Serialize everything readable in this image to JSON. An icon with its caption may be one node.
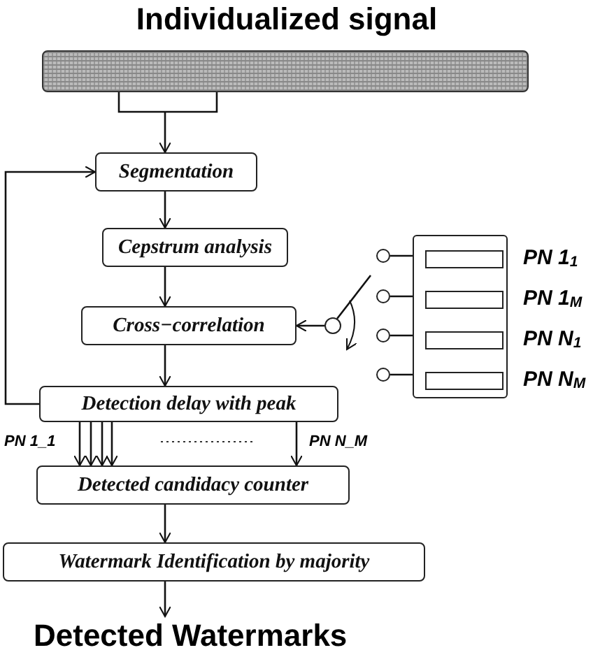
{
  "diagram": {
    "title": "Individualized signal",
    "nodes": [
      {
        "text": [],
        "shape": "bar"
      },
      {
        "text": [
          "Segmentation"
        ]
      },
      {
        "text": [
          "Cepstrum analysis"
        ]
      },
      {
        "text": [
          "Cross−correlation"
        ]
      },
      {
        "text": [
          "Detection delay with peak"
        ]
      },
      {
        "text": [
          "Detected candidacy counter"
        ]
      },
      {
        "text": [
          "Watermark Identification by majority"
        ]
      },
      {
        "text": [
          "Detected Watermarks"
        ]
      },
      {
        "text": [],
        "shape": "circle"
      },
      {
        "text": [],
        "shape": "box"
      },
      {
        "text": [],
        "shape": "box",
        "in": 9,
        "beside": [
          "PN 1$_{1}$"
        ]
      },
      {
        "text": [],
        "shape": "box",
        "in": 9,
        "beside": [
          "PN 1$_{M}$"
        ]
      },
      {
        "text": [],
        "shape": "box",
        "in": 9,
        "beside": [
          "PN N$_{1}$"
        ]
      },
      {
        "text": [],
        "shape": "box",
        "in": 9,
        "beside": [
          "PN N$_{M}$"
        ]
      },
      {
        "text": [],
        "shape": "circle"
      },
      {
        "text": [],
        "shape": "circle"
      },
      {
        "text": [],
        "shape": "circle"
      },
      {
        "text": [],
        "shape": "circle"
      }
    ],
    "edges": [
      {
        "from": 0,
        "to": 1,
        "arrow": "to"
      },
      {
        "from": 1,
        "to": 2,
        "arrow": "to"
      },
      {
        "from": 2,
        "to": 3,
        "arrow": "to"
      },
      {
        "from": 3,
        "to": 4,
        "arrow": "to"
      },
      {
        "from": 4,
        "to": 5,
        "arrow": "to",
        "label": "PN 1_1"
      },
      {
        "from": 4,
        "to": 5,
        "arrow": "to"
      },
      {
        "from": 4,
        "to": 5,
        "arrow": "to"
      },
      {
        "from": 4,
        "to": 5,
        "arrow": "to"
      },
      {
        "from": 4,
        "to": 5,
        "arrow": "to",
        "label": "PN N_M"
      },
      {
        "from": 5,
        "to": 6,
        "arrow": "to"
      },
      {
        "from": 6,
        "to": 7,
        "arrow": "to"
      },
      {
        "from": 4,
        "to": 1,
        "arrow": "to"
      },
      {
        "from": 8,
        "to": 3,
        "arrow": "to"
      },
      {
        "from": 14,
        "to": 10,
        "arrow": "none"
      },
      {
        "from": 15,
        "to": 11,
        "arrow": "none"
      },
      {
        "from": 16,
        "to": 12,
        "arrow": "none"
      },
      {
        "from": 17,
        "to": 13,
        "arrow": "none"
      }
    ]
  }
}
